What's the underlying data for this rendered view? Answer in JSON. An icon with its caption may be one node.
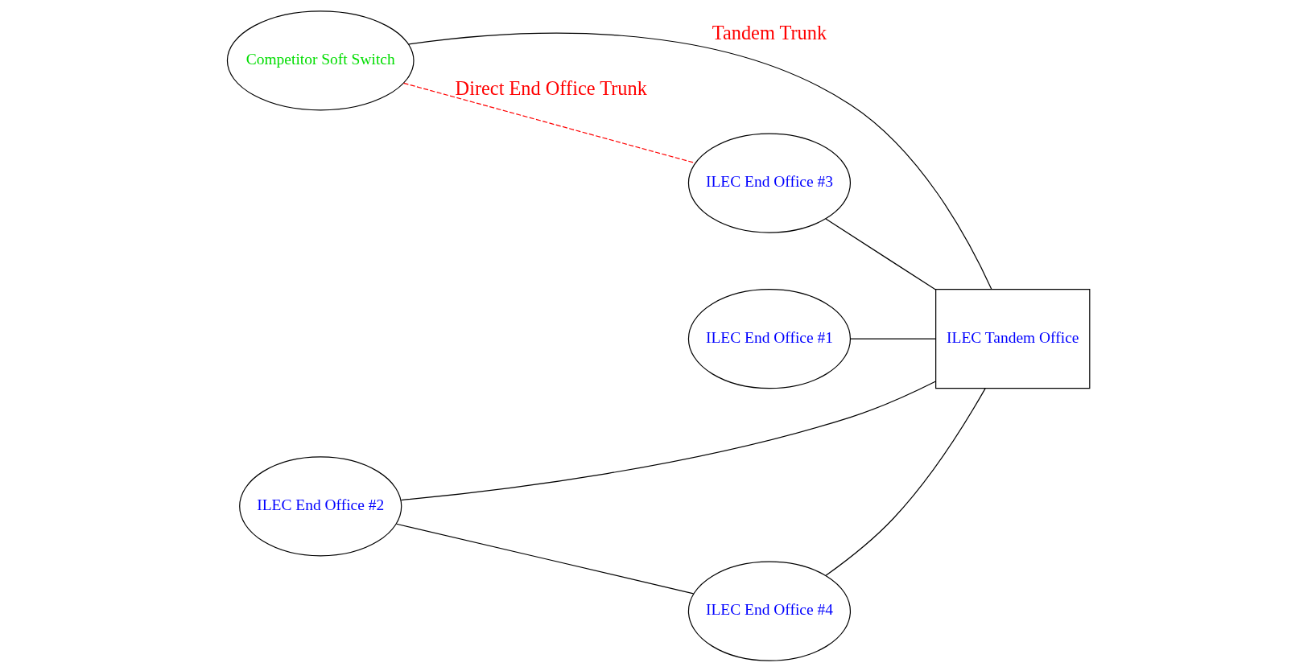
{
  "diagram": {
    "nodes": [
      {
        "text": [
          "Competitor Soft Switch"
        ]
      },
      {
        "text": [
          "ILEC End Office #1"
        ]
      },
      {
        "text": [
          "ILEC End Office #2"
        ]
      },
      {
        "text": [
          "ILEC Tandem Office"
        ]
      },
      {
        "text": [
          "ILEC End Office #3"
        ]
      },
      {
        "text": [
          "ILEC End Office #4"
        ]
      }
    ],
    "edges": [
      {
        "from": 0,
        "to": 3,
        "arrow": "none",
        "label": "Tandem Trunk"
      },
      {
        "from": 0,
        "to": 4,
        "arrow": "none",
        "label": "Direct End Office Trunk",
        "style": "dashed",
        "color": "#ff0000"
      },
      {
        "from": 1,
        "to": 3,
        "arrow": "none"
      },
      {
        "from": 2,
        "to": 3,
        "arrow": "none"
      },
      {
        "from": 4,
        "to": 3,
        "arrow": "none"
      },
      {
        "from": 5,
        "to": 3,
        "arrow": "none"
      },
      {
        "from": 2,
        "to": 5,
        "arrow": "none"
      }
    ]
  }
}
